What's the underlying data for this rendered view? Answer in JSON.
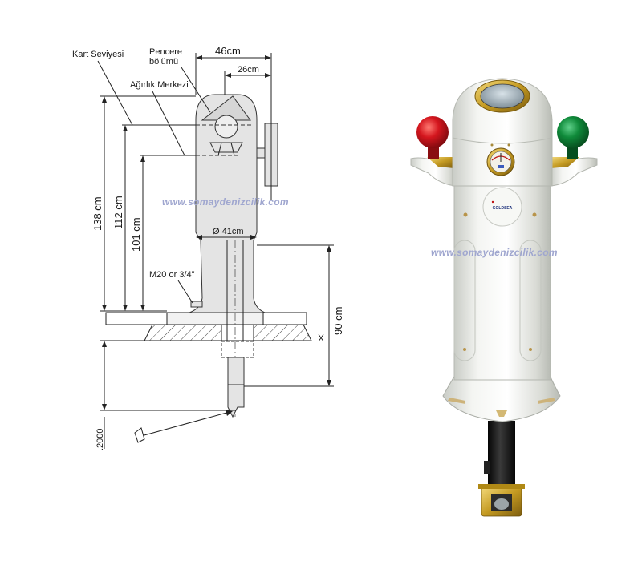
{
  "diagram": {
    "labels": {
      "card_level": "Kart Seviyesi",
      "window_line1": "Pencere",
      "window_line2": "bölümü",
      "center_of_gravity": "Ağırlık Merkezi",
      "bolt": "M20 or 3/4\""
    },
    "dimensions": {
      "total_width": "46cm",
      "window_offset": "26cm",
      "diameter": "Ø 41cm",
      "height_total": "138 cm",
      "height_card": "112 cm",
      "height_cog": "101 cm",
      "tube_length": "90 cm",
      "x_marker": "X",
      "deck_ref": ".2000"
    },
    "watermark_left": "www.somaydenizcilik.com"
  },
  "photo": {
    "brand_plate": "GOLDSEA",
    "watermark": "www.somaydenizcilik.com",
    "colors": {
      "body": "#eceee9",
      "red_ball": "#c8141c",
      "green_ball": "#0f7a33",
      "brass": "#c9a227"
    }
  }
}
